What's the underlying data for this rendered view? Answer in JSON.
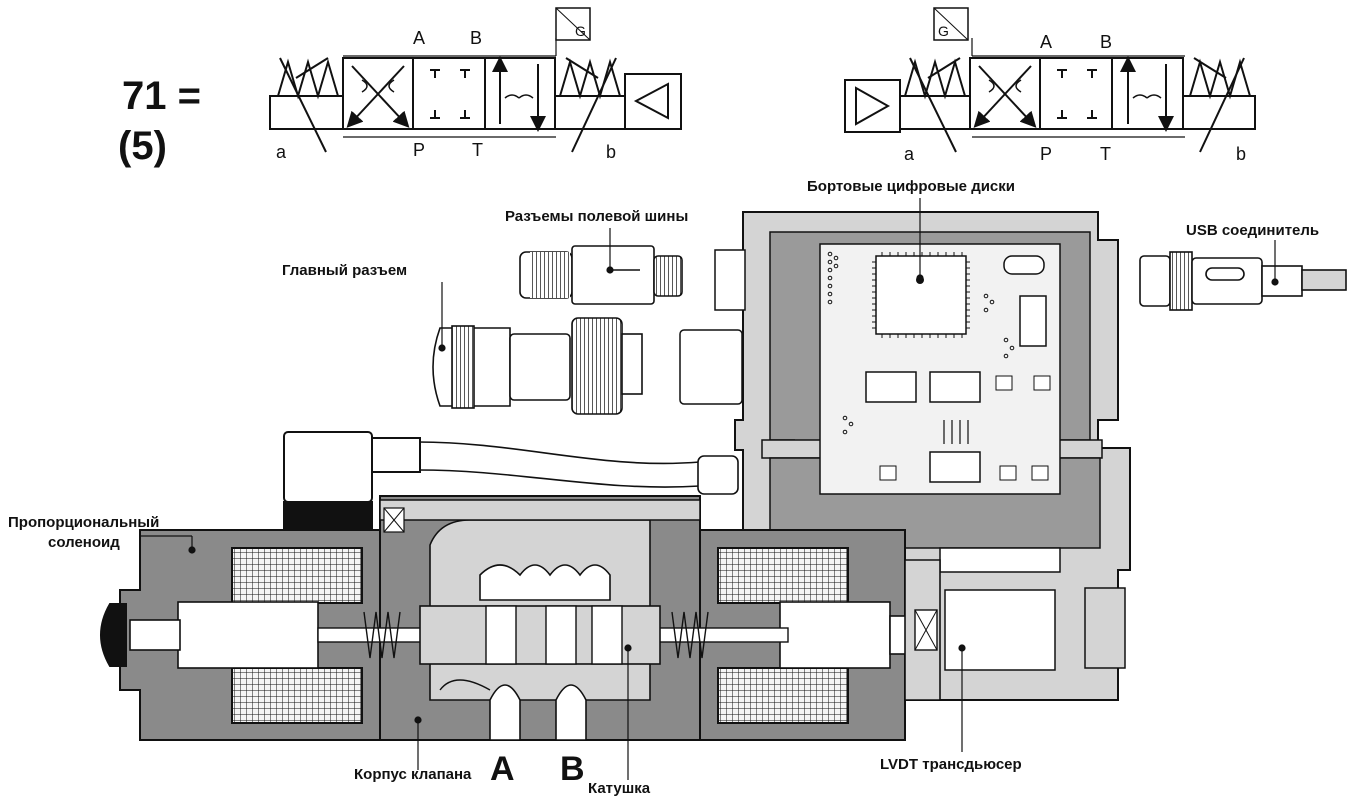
{
  "header": {
    "code_line1": "71 =",
    "code_line2": "(5)"
  },
  "symbol_left": {
    "port_a": "A",
    "port_b": "B",
    "port_p": "P",
    "port_t": "T",
    "sol_a": "a",
    "sol_b": "b",
    "badge": "G"
  },
  "symbol_right": {
    "port_a": "A",
    "port_b": "B",
    "port_p": "P",
    "port_t": "T",
    "sol_a": "a",
    "sol_b": "b",
    "badge": "G"
  },
  "labels": {
    "onboard_discs": "Бортовые цифровые диски",
    "fieldbus_connectors": "Разъемы полевой шины",
    "usb_connector": "USB соединитель",
    "main_connector": "Главный разъем",
    "proportional_solenoid_l1": "Пропорциональный",
    "proportional_solenoid_l2": "соленоид",
    "valve_body": "Корпус клапана",
    "spool": "Катушка",
    "lvdt": "LVDT трансдьюсер",
    "port_a": "A",
    "port_b": "B"
  },
  "colors": {
    "body_grey": "#8a8a8a",
    "light_grey": "#d4d4d4",
    "dark_grey": "#5c5c5c",
    "ink": "#111111"
  }
}
